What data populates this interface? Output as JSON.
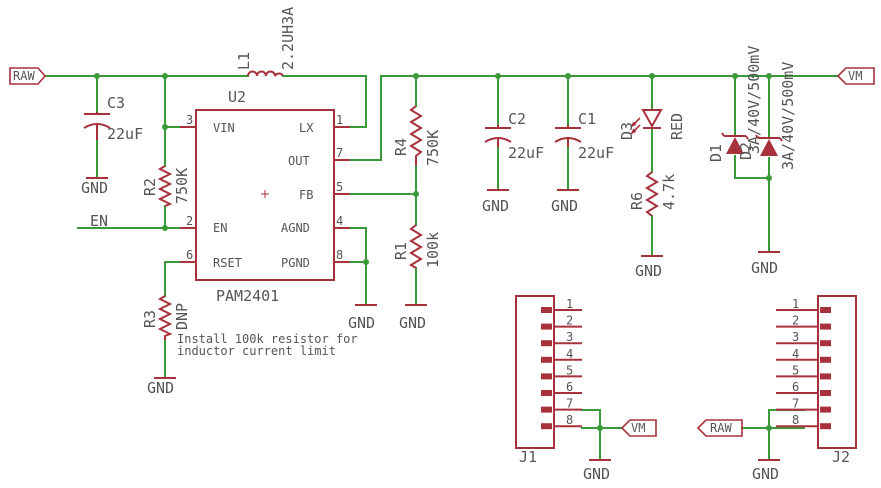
{
  "nets": {
    "raw": "RAW",
    "vm": "VM",
    "en": "EN",
    "gnd": "GND"
  },
  "ic": {
    "ref": "U2",
    "value": "PAM2401",
    "pins_left": [
      {
        "num": "3",
        "name": "VIN"
      },
      {
        "num": "2",
        "name": "EN"
      },
      {
        "num": "6",
        "name": "RSET"
      }
    ],
    "pins_right": [
      {
        "num": "1",
        "name": "LX"
      },
      {
        "num": "7",
        "name": "OUT"
      },
      {
        "num": "5",
        "name": "FB"
      },
      {
        "num": "4",
        "name": "AGND"
      },
      {
        "num": "8",
        "name": "PGND"
      }
    ]
  },
  "inductor": {
    "ref": "L1",
    "value": "2.2UH3A"
  },
  "capacitors": [
    {
      "ref": "C3",
      "value": "22uF"
    },
    {
      "ref": "C2",
      "value": "22uF"
    },
    {
      "ref": "C1",
      "value": "22uF"
    }
  ],
  "resistors": [
    {
      "ref": "R2",
      "value": "750K"
    },
    {
      "ref": "R3",
      "value": "DNP"
    },
    {
      "ref": "R4",
      "value": "750K"
    },
    {
      "ref": "R1",
      "value": "100k"
    },
    {
      "ref": "R6",
      "value": "4.7k"
    }
  ],
  "led": {
    "ref": "D3",
    "value": "RED"
  },
  "diodes": [
    {
      "ref": "D1",
      "value": "3A/40V/500mV"
    },
    {
      "ref": "D2",
      "value": "3A/40V/500mV"
    }
  ],
  "note": {
    "line1": "Install 100k resistor for",
    "line2": "inductor current limit"
  },
  "headers": [
    {
      "ref": "J1",
      "pins": [
        "1",
        "2",
        "3",
        "4",
        "5",
        "6",
        "7",
        "8"
      ]
    },
    {
      "ref": "J2",
      "pins": [
        "1",
        "2",
        "3",
        "4",
        "5",
        "6",
        "7",
        "8"
      ]
    }
  ]
}
